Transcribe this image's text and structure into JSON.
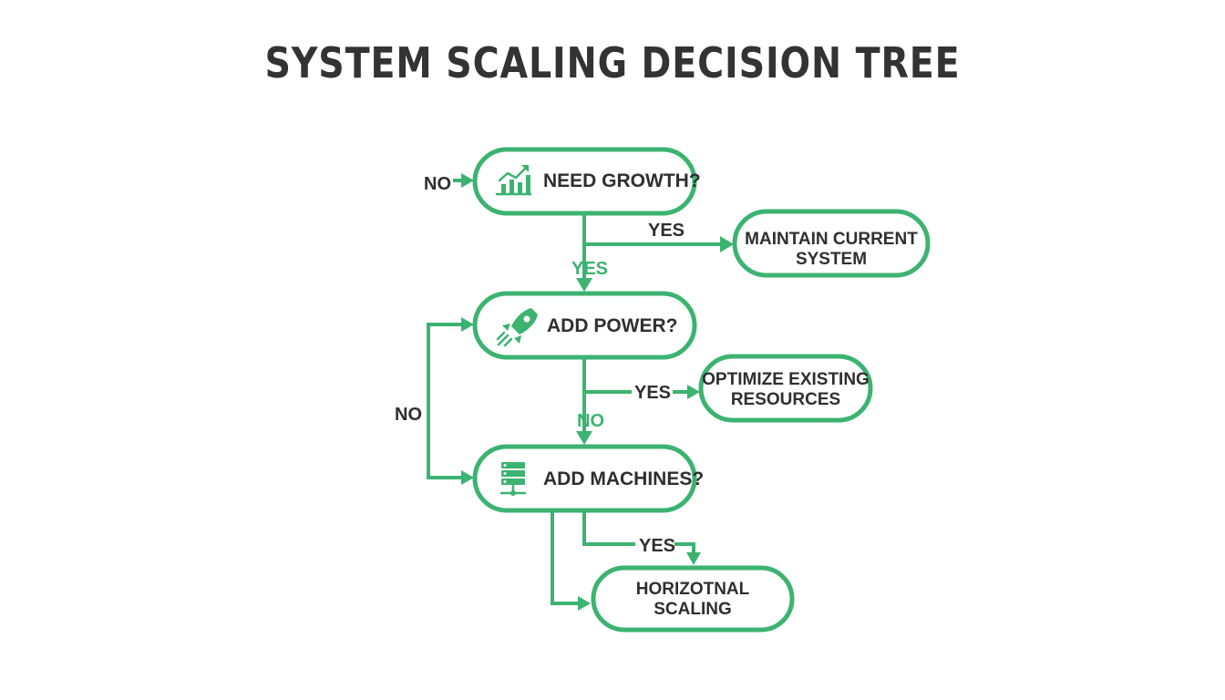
{
  "title": "SYSTEM SCALING DECISION TREE",
  "nodes": {
    "growth": {
      "label": "NEED GROWTH?",
      "icon": "growth-chart-icon"
    },
    "maintain": {
      "line1": "MAINTAIN CURRENT",
      "line2": "SYSTEM"
    },
    "power": {
      "label": "ADD POWER?",
      "icon": "rocket-icon"
    },
    "optimize": {
      "line1": "OPTIMIZE EXISTING",
      "line2": "RESOURCES"
    },
    "machines": {
      "label": "ADD MACHINES?",
      "icon": "server-rack-icon"
    },
    "horizontal": {
      "line1": "HORIZOTNAL",
      "line2": "SCALING"
    }
  },
  "edges": {
    "no_into_growth": "NO",
    "growth_to_maintain": "YES",
    "growth_to_power": "YES",
    "power_to_optimize": "YES",
    "power_to_machines": "NO",
    "loop_no": "NO",
    "machines_to_horizontal": "YES"
  },
  "colors": {
    "accent": "#3cb371",
    "text": "#2f2f2f",
    "background": "#ffffff"
  }
}
